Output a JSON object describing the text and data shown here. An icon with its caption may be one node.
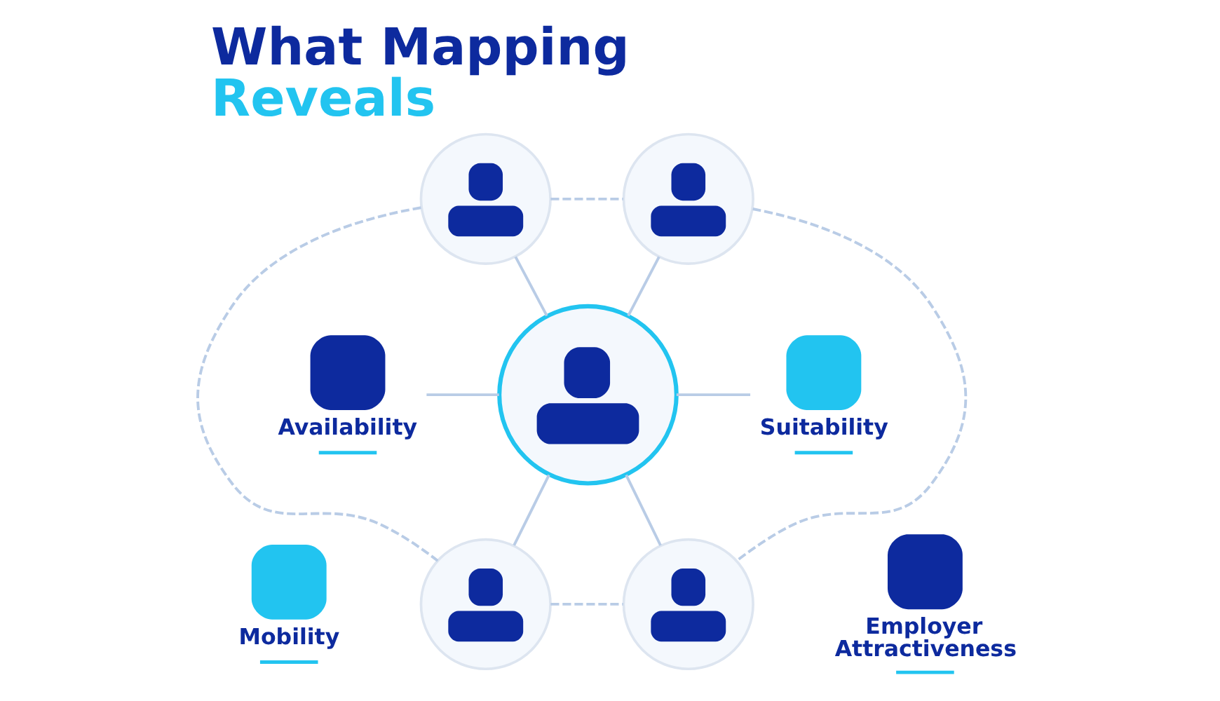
{
  "diagram": {
    "title": "What Mapping Reveals",
    "nodes": [
      {
        "text": [],
        "shape": "person"
      },
      {
        "text": [],
        "shape": "person"
      },
      {
        "text": [],
        "shape": "person"
      },
      {
        "text": [],
        "shape": "person"
      },
      {
        "text": [],
        "shape": "person"
      },
      {
        "text": [
          "Availability"
        ]
      },
      {
        "text": [
          "Suitability"
        ]
      },
      {
        "text": [
          "Mobility"
        ]
      },
      {
        "text": [
          "Employer Attractiveness"
        ]
      }
    ],
    "edges": [
      {
        "from": 5,
        "to": 0,
        "arrow": "none"
      },
      {
        "from": 0,
        "to": 6,
        "arrow": "none"
      },
      {
        "from": 1,
        "to": 0,
        "arrow": "none"
      },
      {
        "from": 2,
        "to": 0,
        "arrow": "none"
      },
      {
        "from": 0,
        "to": 3,
        "arrow": "none"
      },
      {
        "from": 0,
        "to": 4,
        "arrow": "none"
      },
      {
        "from": 1,
        "to": 2,
        "arrow": "none",
        "style": "dashed"
      },
      {
        "from": 1,
        "to": 3,
        "arrow": "none",
        "style": "dashed"
      },
      {
        "from": 2,
        "to": 4,
        "arrow": "none",
        "style": "dashed"
      },
      {
        "from": 3,
        "to": 4,
        "arrow": "none",
        "style": "dashed"
      }
    ]
  }
}
